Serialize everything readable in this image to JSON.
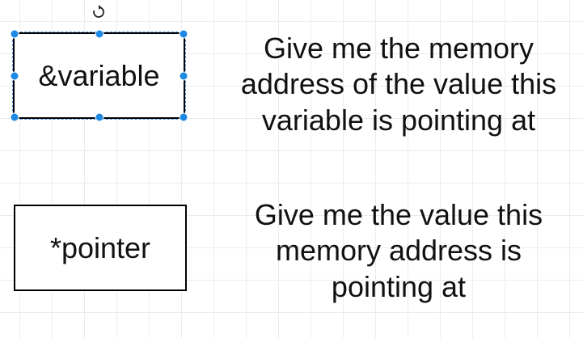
{
  "shapes": {
    "variable_label": "&variable",
    "pointer_label": "*pointer"
  },
  "descriptions": {
    "variable": {
      "line1": "Give me the memory",
      "line2": "address of the value this",
      "line3": "variable is pointing at"
    },
    "pointer": {
      "line1": "Give me the value this",
      "line2": "memory address is",
      "line3": "pointing at"
    }
  },
  "colors": {
    "selection": "#1e88e5",
    "grid": "#ececec",
    "stroke": "#000000"
  },
  "icons": {
    "rotate": "rotate-icon"
  }
}
